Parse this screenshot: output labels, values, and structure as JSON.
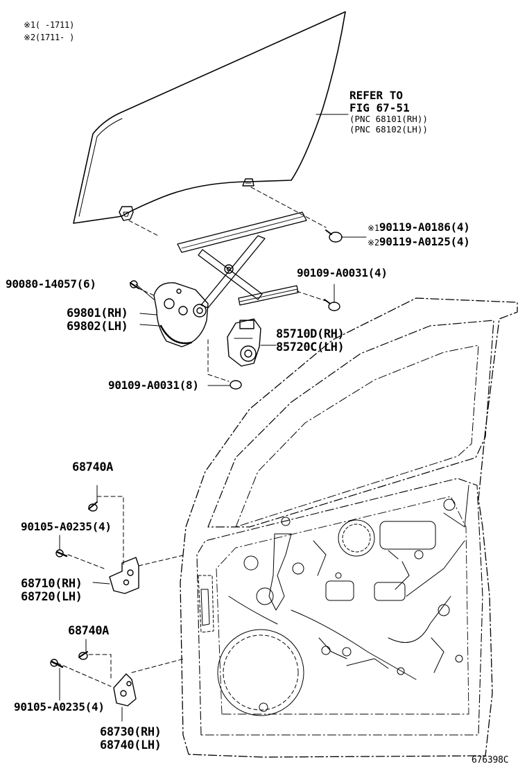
{
  "notes": [
    {
      "mark": "※1",
      "range": "(      -1711)"
    },
    {
      "mark": "※2",
      "range": "(1711-      )"
    }
  ],
  "refer": {
    "title": "REFER TO",
    "fig": "FIG 67-51",
    "pnc": [
      "(PNC 68101(RH))",
      "(PNC 68102(LH))"
    ]
  },
  "parts": {
    "bolt_window_glass": [
      {
        "mark": "※1",
        "number": "90119-A0186(4)"
      },
      {
        "mark": "※2",
        "number": "90119-A0125(4)"
      }
    ],
    "bolt_regulator_top": "90109-A0031(4)",
    "screw_regulator": "90080-14057(6)",
    "regulator": [
      "69801(RH)",
      "69802(LH)"
    ],
    "motor": [
      "85710D(RH)",
      "85720C(LH)"
    ],
    "bolt_regulator_bottom": "90109-A0031(8)",
    "hinge_upper_cap": "68740A",
    "hinge_upper_bolt": "90105-A0235(4)",
    "hinge_upper": [
      "68710(RH)",
      "68720(LH)"
    ],
    "hinge_lower_cap": "68740A",
    "hinge_lower_bolt": "90105-A0235(4)",
    "hinge_lower": [
      "68730(RH)",
      "68740(LH)"
    ]
  },
  "figure_id": "676398C"
}
